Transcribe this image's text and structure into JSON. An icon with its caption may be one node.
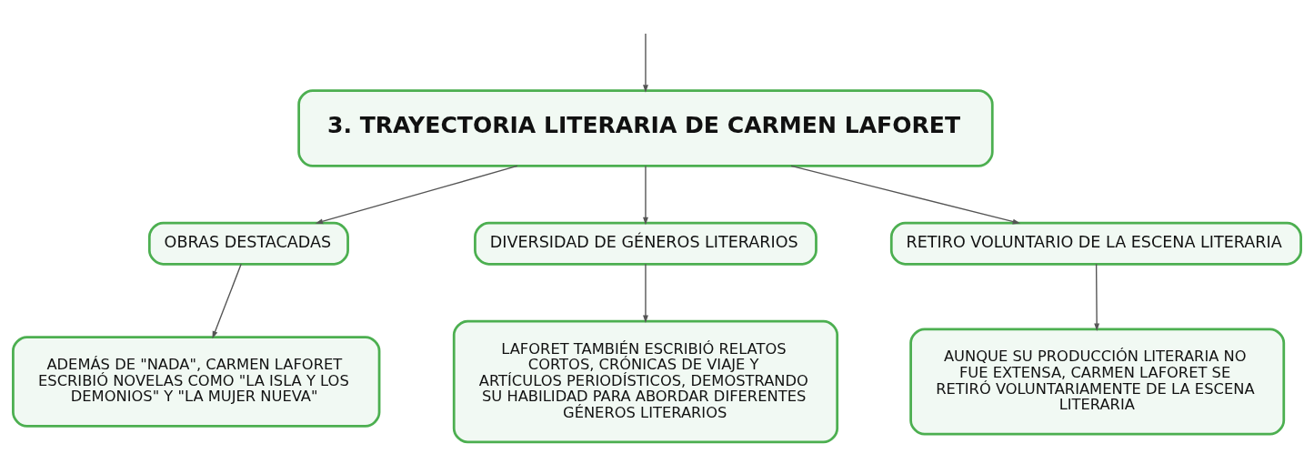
{
  "diagram": {
    "nodes": [
      {
        "text": [
          "3. TRAYECTORIA LITERARIA DE CARMEN LAFORET"
        ]
      },
      {
        "text": [
          "OBRAS DESTACADAS"
        ]
      },
      {
        "text": [
          "DIVERSIDAD DE GÉNEROS LITERARIOS"
        ]
      },
      {
        "text": [
          "RETIRO VOLUNTARIO DE LA ESCENA LITERARIA"
        ]
      },
      {
        "text": [
          "ADEMÁS DE \"NADA\", CARMEN LAFORET ESCRIBIÓ NOVELAS COMO \"LA ISLA Y LOS DEMONIOS\" Y \"LA MUJER NUEVA\""
        ]
      },
      {
        "text": [
          "LAFORET TAMBIÉN ESCRIBIÓ RELATOS CORTOS, CRÓNICAS DE VIAJE Y ARTÍCULOS PERIODÍSTICOS, DEMOSTRANDO SU HABILIDAD PARA ABORDAR DIFERENTES GÉNEROS LITERARIOS"
        ]
      },
      {
        "text": [
          "AUNQUE SU PRODUCCIÓN LITERARIA NO FUE EXTENSA, CARMEN LAFORET SE RETIRÓ VOLUNTARIAMENTE DE LA ESCENA LITERARIA"
        ]
      }
    ],
    "edges": [
      {
        "from": null,
        "to": 0,
        "arrow": "to"
      },
      {
        "from": 0,
        "to": 1,
        "arrow": "to"
      },
      {
        "from": 0,
        "to": 2,
        "arrow": "to"
      },
      {
        "from": 0,
        "to": 3,
        "arrow": "to"
      },
      {
        "from": 1,
        "to": 4,
        "arrow": "to"
      },
      {
        "from": 2,
        "to": 5,
        "arrow": "to"
      },
      {
        "from": 3,
        "to": 6,
        "arrow": "to"
      }
    ]
  }
}
